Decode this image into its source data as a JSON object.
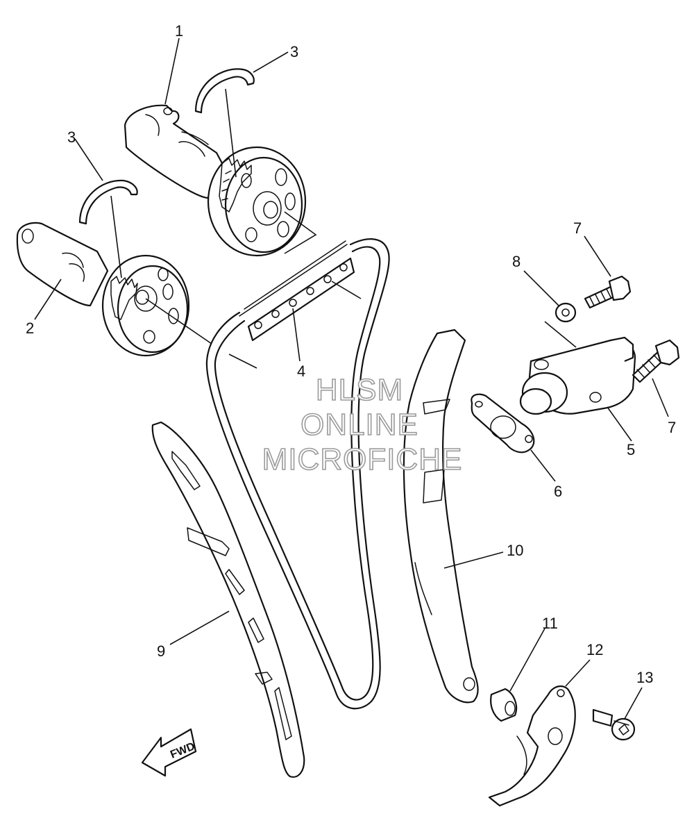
{
  "callouts": [
    {
      "id": "1",
      "label": "1"
    },
    {
      "id": "2",
      "label": "2"
    },
    {
      "id": "3a",
      "label": "3"
    },
    {
      "id": "3b",
      "label": "3"
    },
    {
      "id": "4",
      "label": "4"
    },
    {
      "id": "5",
      "label": "5"
    },
    {
      "id": "6",
      "label": "6"
    },
    {
      "id": "7a",
      "label": "7"
    },
    {
      "id": "7b",
      "label": "7"
    },
    {
      "id": "8",
      "label": "8"
    },
    {
      "id": "9",
      "label": "9"
    },
    {
      "id": "10",
      "label": "10"
    },
    {
      "id": "11",
      "label": "11"
    },
    {
      "id": "12",
      "label": "12"
    },
    {
      "id": "13",
      "label": "13"
    }
  ],
  "fwd_label": "FWD",
  "watermark": [
    "HLSM",
    "ONLINE",
    "MICROFICHE"
  ],
  "colors": {
    "line": "#111111",
    "watermark_stroke": "#9a9a9a",
    "background": "#ffffff"
  }
}
